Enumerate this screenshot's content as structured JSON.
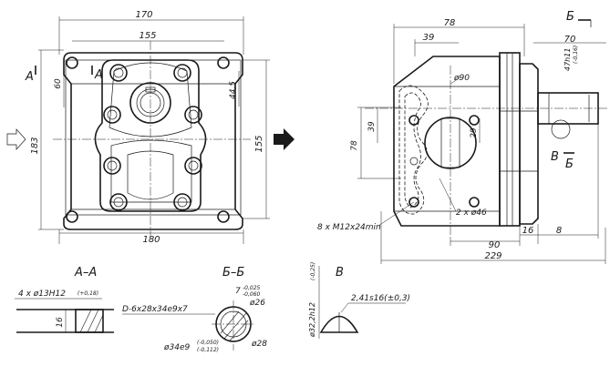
{
  "front_view": {
    "dim_width_top": "170",
    "dim_width_inner": "155",
    "dim_width_bottom": "180",
    "dim_height_left": "183",
    "dim_height_right": "155",
    "dim_60": "60",
    "dim_44_5": "44,5",
    "section_mark_left": "А",
    "section_mark_inner": "А"
  },
  "side_view": {
    "dim_78_top": "78",
    "dim_39_top": "39",
    "dim_70": "70",
    "dim_shaft": "47h11",
    "dim_shaft_tol": "(-0,16)",
    "dim_bore": "ø90",
    "dim_78_left": "78",
    "dim_39_left": "39",
    "dim_29": "29",
    "dim_ports": "2 x ø46",
    "dim_bolts": "8 x M12x24min",
    "dim_90": "90",
    "dim_16": "16",
    "dim_8": "8",
    "dim_229": "229",
    "view_mark_b": "Б",
    "view_mark_v": "В",
    "view_mark_b_bottom": "Б"
  },
  "section_a": {
    "title": "А–А",
    "holes": "4 x ø13H12",
    "holes_tol": "(+0,18)",
    "depth": "16"
  },
  "section_b": {
    "title": "Б–Б",
    "spline": "D-6x28x34e9x7",
    "dim_7": "7",
    "dim_7_tol_top": "-0,025",
    "dim_7_tol_bot": "-0,060",
    "dim_26": "ø26",
    "dim_34": "ø34e9",
    "dim_34_tol_top": "(-0,050)",
    "dim_34_tol_bot": "(-0,112)",
    "dim_28": "ø28"
  },
  "view_v": {
    "title": "В",
    "dim_dia": "ø32,2h12",
    "dim_dia_tol": "(-0,25)",
    "dim_groove": "2,41s16(±0,3)"
  }
}
